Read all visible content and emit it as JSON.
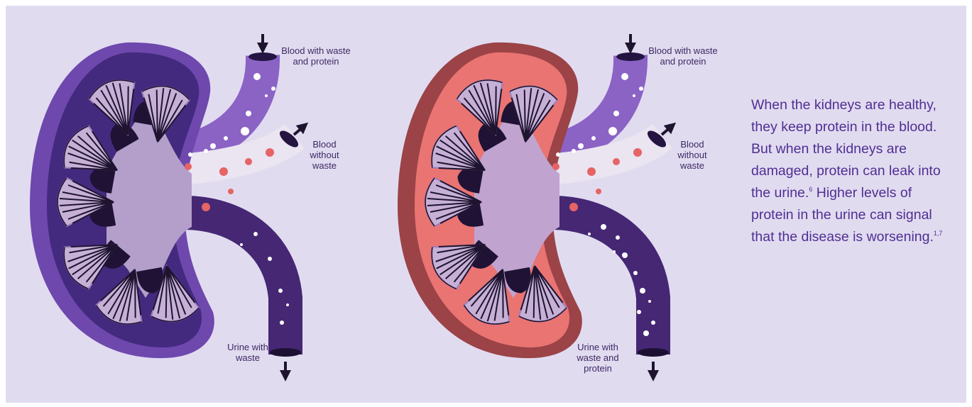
{
  "colors": {
    "background": "#e1dbf0",
    "healthy_kidney": "#4b2d85",
    "damaged_kidney": "#e97472",
    "text": "#4f2f92",
    "label_text": "#3c2a63"
  },
  "healthy_diagram": {
    "label_top": "Blood with waste and protein",
    "label_right": "Blood without waste",
    "label_bottom": "Urine with waste"
  },
  "damaged_diagram": {
    "label_top": "Blood with waste and protein",
    "label_right": "Blood without waste",
    "label_bottom": "Urine with waste and protein"
  },
  "description": {
    "text": "When the kidneys are healthy, they keep protein in the blood. But when the kidneys are damaged, protein can leak into the urine.",
    "ref1": "6",
    "text2": " Higher levels of protein in the urine can signal that the disease is worsening.",
    "ref2": "1,7"
  }
}
